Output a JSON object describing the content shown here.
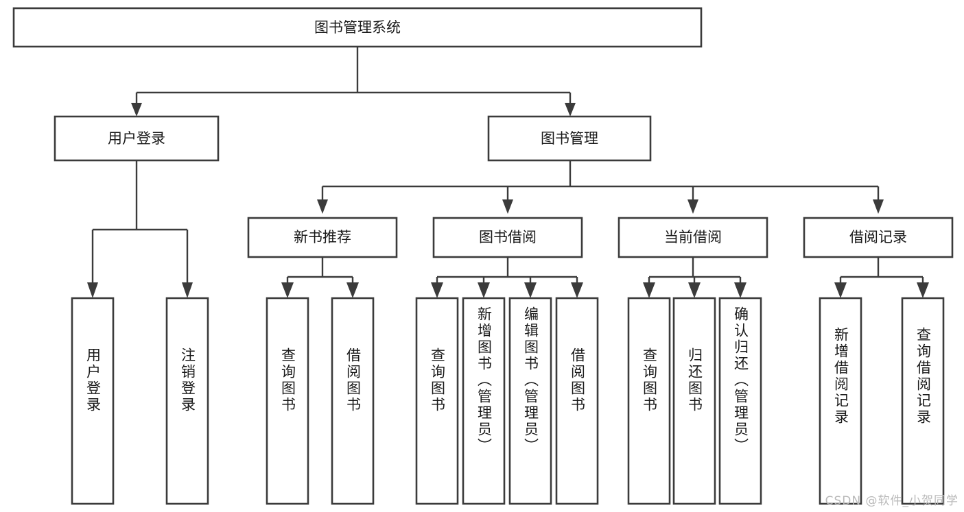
{
  "diagram": {
    "type": "tree",
    "orientation": "top-down",
    "title": "图书管理系统",
    "root": {
      "id": "root",
      "label": "图书管理系统",
      "level": 0
    },
    "level1": [
      {
        "id": "user-login",
        "label": "用户登录",
        "level": 1
      },
      {
        "id": "book-management",
        "label": "图书管理",
        "level": 1
      }
    ],
    "level2": [
      {
        "id": "new-book-recommend",
        "label": "新书推荐",
        "level": 2,
        "parent": "book-management"
      },
      {
        "id": "book-borrow",
        "label": "图书借阅",
        "level": 2,
        "parent": "book-management"
      },
      {
        "id": "current-borrow",
        "label": "当前借阅",
        "level": 2,
        "parent": "book-management"
      },
      {
        "id": "borrow-record",
        "label": "借阅记录",
        "level": 2,
        "parent": "book-management"
      }
    ],
    "leaves": [
      {
        "id": "leaf-user-login",
        "label": "用户登录",
        "parent": "user-login",
        "orientation": "vertical"
      },
      {
        "id": "leaf-user-logout",
        "label": "注销登录",
        "parent": "user-login",
        "orientation": "vertical"
      },
      {
        "id": "leaf-query-book-1",
        "label": "查询图书",
        "parent": "new-book-recommend",
        "orientation": "vertical"
      },
      {
        "id": "leaf-borrow-book-1",
        "label": "借阅图书",
        "parent": "new-book-recommend",
        "orientation": "vertical"
      },
      {
        "id": "leaf-query-book-2",
        "label": "查询图书",
        "parent": "book-borrow",
        "orientation": "vertical"
      },
      {
        "id": "leaf-add-book",
        "label": "新增图书（管理员）",
        "parent": "book-borrow",
        "orientation": "vertical"
      },
      {
        "id": "leaf-edit-book",
        "label": "编辑图书（管理员）",
        "parent": "book-borrow",
        "orientation": "vertical"
      },
      {
        "id": "leaf-borrow-book-2",
        "label": "借阅图书",
        "parent": "book-borrow",
        "orientation": "vertical"
      },
      {
        "id": "leaf-query-book-3",
        "label": "查询图书",
        "parent": "current-borrow",
        "orientation": "vertical"
      },
      {
        "id": "leaf-return-book",
        "label": "归还图书",
        "parent": "current-borrow",
        "orientation": "vertical"
      },
      {
        "id": "leaf-confirm-return",
        "label": "确认归还（管理员）",
        "parent": "current-borrow",
        "orientation": "vertical"
      },
      {
        "id": "leaf-add-record",
        "label": "新增借阅记录",
        "parent": "borrow-record",
        "orientation": "vertical"
      },
      {
        "id": "leaf-query-record",
        "label": "查询借阅记录",
        "parent": "borrow-record",
        "orientation": "vertical"
      }
    ],
    "colors": {
      "box_stroke": "#3b3b3b",
      "box_fill": "#ffffff",
      "connector": "#3b3b3b",
      "text": "#1a1a1a",
      "background": "#ffffff",
      "watermark": "#b9b9b9"
    }
  },
  "watermark": {
    "text": "CSDN @软件_小贺同学"
  }
}
